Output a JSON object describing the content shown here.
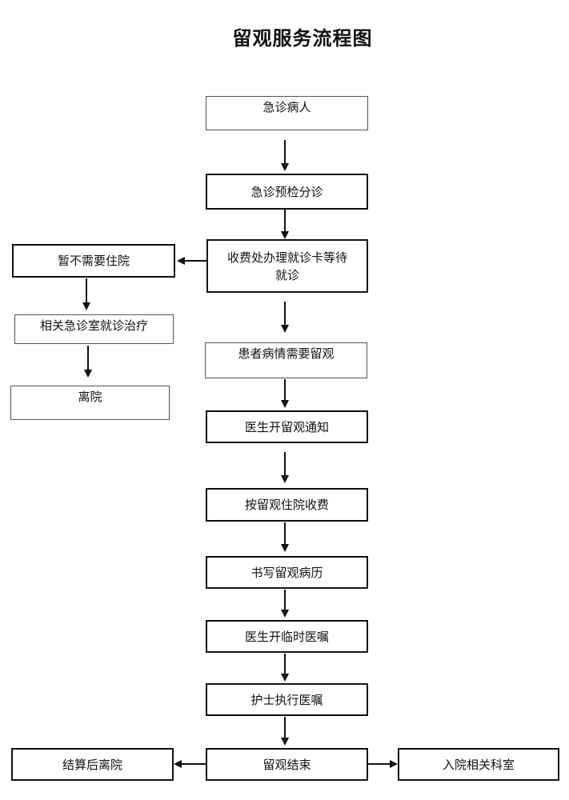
{
  "title": "留观服务流程图",
  "nodes": {
    "emergency_patient": "急诊病人",
    "triage": "急诊预检分诊",
    "registration": "收费处办理就诊卡等待就诊",
    "no_admission": "暂不需要住院",
    "related_er_treatment": "相关急诊室就诊治疗",
    "leave_hospital": "离院",
    "needs_observation": "患者病情需要留观",
    "observation_notice": "医生开留观通知",
    "observation_fee": "按留观住院收费",
    "observation_record": "书写留观病历",
    "temporary_order": "医生开临时医嘱",
    "nurse_execute": "护士执行医嘱",
    "observation_end": "留观结束",
    "settle_leave": "结算后离院",
    "admit_department": "入院相关科室"
  }
}
